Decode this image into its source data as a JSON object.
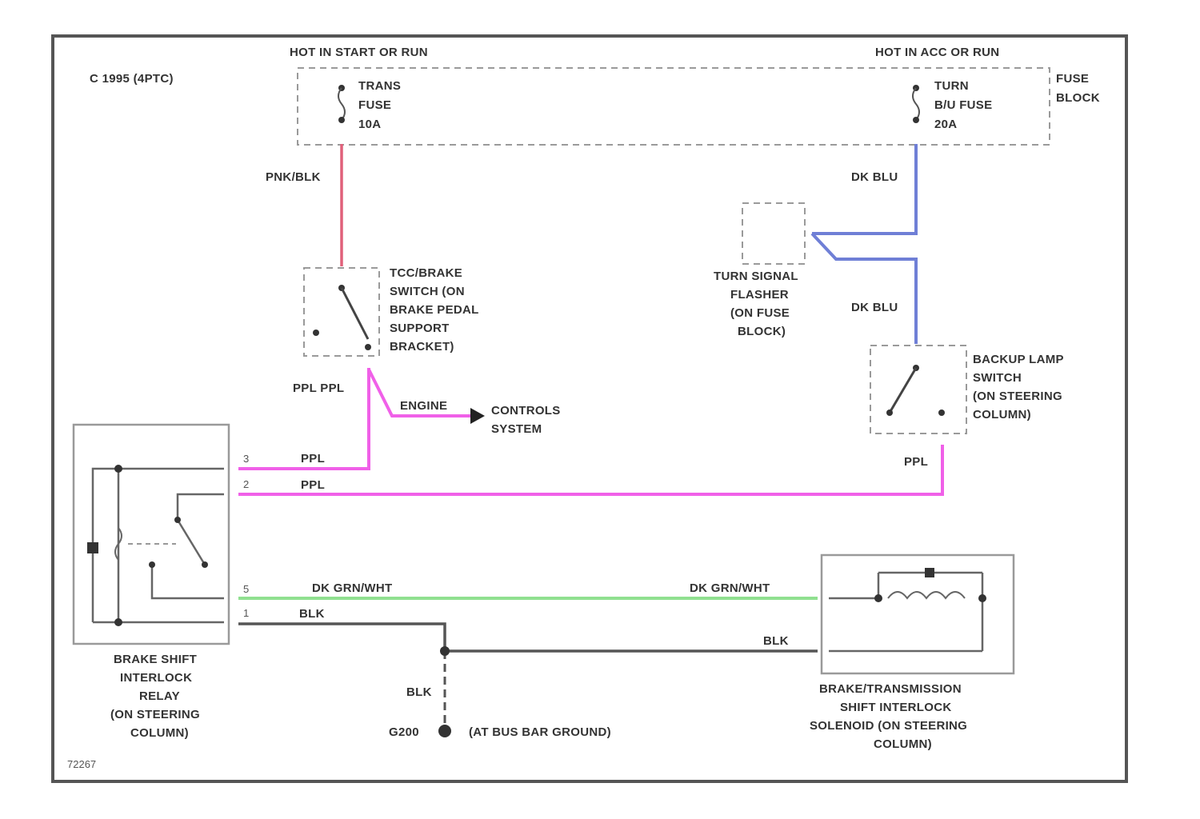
{
  "diagram": {
    "header": "C 1995 (4PTC)",
    "fig_id": "72267",
    "hot_left": "HOT IN START OR RUN",
    "hot_right": "HOT IN ACC OR RUN",
    "fuse_left": [
      "TRANS",
      "FUSE",
      "10A"
    ],
    "fuse_right": [
      "TURN",
      "B/U FUSE",
      "20A"
    ],
    "fuse_block": [
      "FUSE",
      "BLOCK"
    ],
    "tcc_switch": [
      "TCC/BRAKE",
      "SWITCH (ON",
      "BRAKE PEDAL",
      "SUPPORT",
      "BRACKET)"
    ],
    "flasher": [
      "TURN SIGNAL",
      "FLASHER",
      "(ON FUSE",
      "BLOCK)"
    ],
    "backup_switch": [
      "BACKUP LAMP",
      "SWITCH",
      "(ON STEERING",
      "COLUMN)"
    ],
    "engine": "ENGINE",
    "controls": [
      "CONTROLS",
      "SYSTEM"
    ],
    "relay": [
      "BRAKE SHIFT",
      "INTERLOCK",
      "RELAY",
      "(ON STEERING",
      "COLUMN)"
    ],
    "solenoid": [
      "BRAKE/TRANSMISSION",
      "SHIFT INTERLOCK",
      "SOLENOID (ON STEERING",
      "COLUMN)"
    ],
    "ground_id": "G200",
    "ground_desc": "(AT BUS BAR GROUND)",
    "pins": {
      "relay_a": "3",
      "relay_b": "2",
      "relay_c": "5",
      "relay_d": "1"
    },
    "wires": {
      "pnk_blk": "PNK/BLK",
      "dk_blu_1": "DK BLU",
      "dk_blu_2": "DK BLU",
      "ppl_ppl": "PPL PPL",
      "ppl_1": "PPL",
      "ppl_2": "PPL",
      "ppl_3": "PPL",
      "dk_grnwht_1": "DK GRN/WHT",
      "dk_grnwht_2": "DK GRN/WHT",
      "blk_1": "BLK",
      "blk_2": "BLK",
      "blk_3": "BLK"
    },
    "colors": {
      "pnk_blk": "#e0607a",
      "dk_blu": "#6f7fd6",
      "ppl": "#f060e8",
      "dk_grn_wht": "#90e090",
      "blk": "#555555"
    }
  }
}
